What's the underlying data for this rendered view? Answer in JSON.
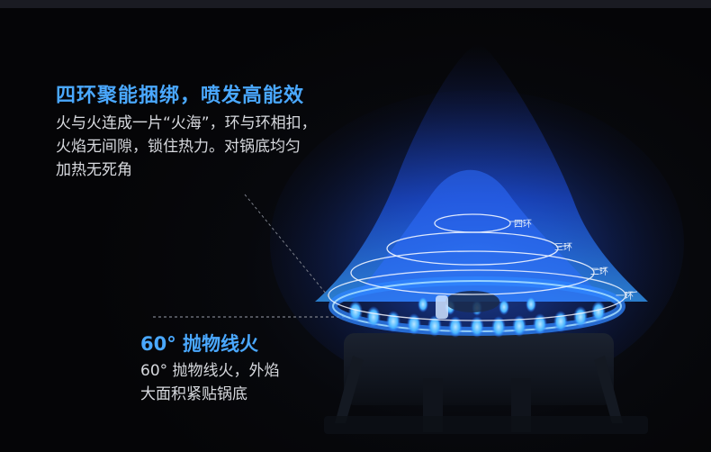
{
  "feature1": {
    "title": "四环聚能捆绑，喷发高能效",
    "lines": [
      "火与火连成一片“火海”，环与环相扣，",
      "火焰无间隙，锁住热力。对锅底均匀",
      "加热无死角"
    ]
  },
  "feature2": {
    "title": "60° 抛物线火",
    "lines": [
      "60° 抛物线火，外焰",
      "大面积紧贴锅底"
    ]
  },
  "rings": [
    "四环",
    "三环",
    "二环",
    "一环"
  ],
  "colors": {
    "accent": "#4aa8ff",
    "flame_blue": "#1e5cff",
    "background": "#07080c"
  }
}
